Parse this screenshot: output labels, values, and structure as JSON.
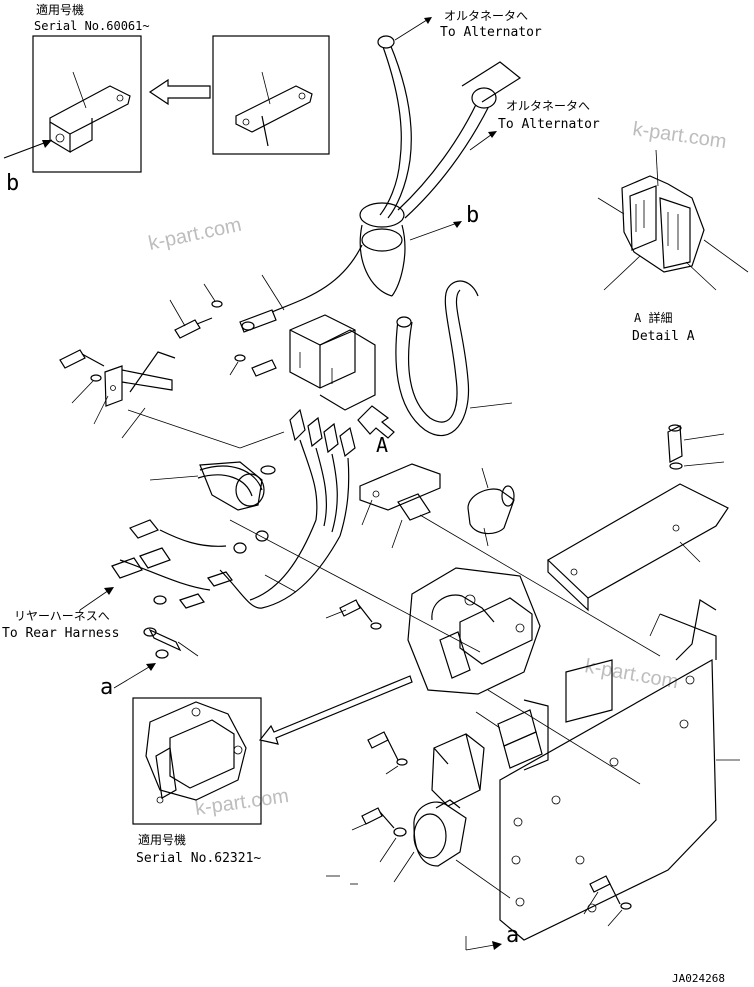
{
  "labels": {
    "serial_top_jp": "適用号機",
    "serial_top": "Serial No.60061~",
    "alt1_jp": "オルタネータへ",
    "alt1_en": "To Alternator",
    "alt2_jp": "オルタネータへ",
    "alt2_en": "To Alternator",
    "rear_jp": "リヤーハーネスへ",
    "rear_en": "To Rear Harness",
    "detail_jp": "A 詳細",
    "detail_en": "Detail A",
    "serial_bot_jp": "適用号機",
    "serial_bot": "Serial No.62321~",
    "view_a": "A",
    "ref_a1": "a",
    "ref_a2": "a",
    "ref_b1": "b",
    "ref_b2": "b",
    "drawing_no": "JA024268"
  },
  "watermark": "k-part.com",
  "colors": {
    "line": "#000000",
    "watermark": "#bdbdbd",
    "background": "#ffffff"
  }
}
